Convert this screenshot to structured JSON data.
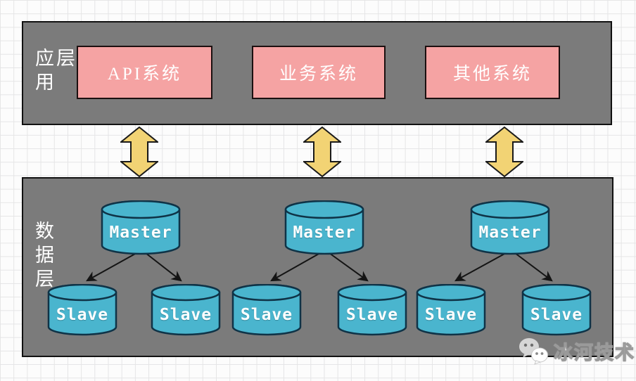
{
  "colors": {
    "panel_gray": "#7b7b7b",
    "panel_border": "#111111",
    "system_pink": "#f5a3a3",
    "arrow_yellow": "#f2d374",
    "cylinder_teal": "#4ab5ce",
    "cylinder_border": "#0f3347",
    "connector_black": "#141414",
    "grid_line": "#e5e5e6",
    "canvas_bg": "#fcfcfc",
    "text_white": "#ffffff"
  },
  "app_layer": {
    "label": "应用层",
    "systems": [
      {
        "label": "API系统"
      },
      {
        "label": "业务系统"
      },
      {
        "label": "其他系统"
      }
    ]
  },
  "data_layer": {
    "label": "数据层",
    "clusters": [
      {
        "master_label": "Master",
        "slave_labels": [
          "Slave",
          "Slave"
        ]
      },
      {
        "master_label": "Master",
        "slave_labels": [
          "Slave",
          "Slave"
        ]
      },
      {
        "master_label": "Master",
        "slave_labels": [
          "Slave",
          "Slave"
        ]
      }
    ]
  },
  "watermark": {
    "icon": "wechat-icon",
    "text": "冰河技术"
  }
}
